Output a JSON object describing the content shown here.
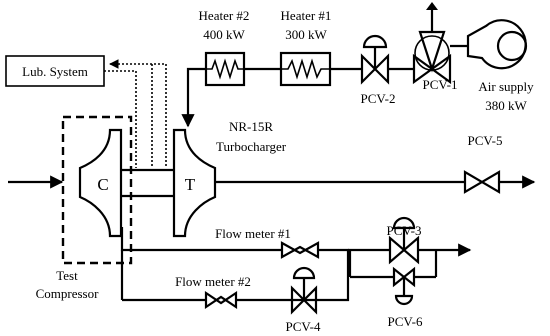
{
  "labels": {
    "heater2_name": "Heater #2",
    "heater2_power": "400 kW",
    "heater1_name": "Heater #1",
    "heater1_power": "300 kW",
    "air_supply_name": "Air supply",
    "air_supply_power": "380 kW",
    "pcv1": "PCV-1",
    "pcv2": "PCV-2",
    "pcv3": "PCV-3",
    "pcv4": "PCV-4",
    "pcv5": "PCV-5",
    "pcv6": "PCV-6",
    "lub_system": "Lub. System",
    "turbo_model": "NR-15R",
    "turbo_name": "Turbocharger",
    "compressor_letter": "C",
    "turbine_letter": "T",
    "test_line1": "Test",
    "test_line2": "Compressor",
    "flow_meter1": "Flow meter #1",
    "flow_meter2": "Flow meter #2"
  },
  "colors": {
    "line": "#000000",
    "background": "#ffffff"
  }
}
